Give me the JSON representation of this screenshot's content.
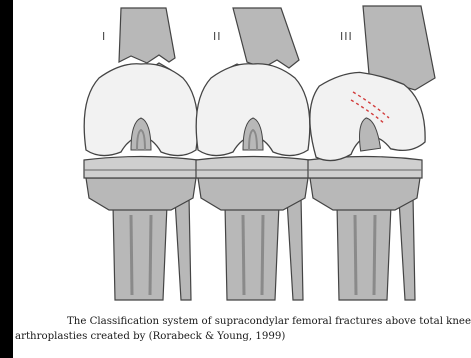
{
  "figure": {
    "labels": [
      "I",
      "II",
      "III"
    ],
    "caption": "The Classification system of supracondylar femoral fractures above total knee arthroplasties created by (Rorabeck & Young, 1999)"
  },
  "colors": {
    "bone": "#b8b8b8",
    "bone_dark": "#8a8a8a",
    "implant": "#f2f2f2",
    "outline": "#444444",
    "fracture_dash": "#d23b3b",
    "background": "#000000",
    "panel": "#ffffff"
  }
}
